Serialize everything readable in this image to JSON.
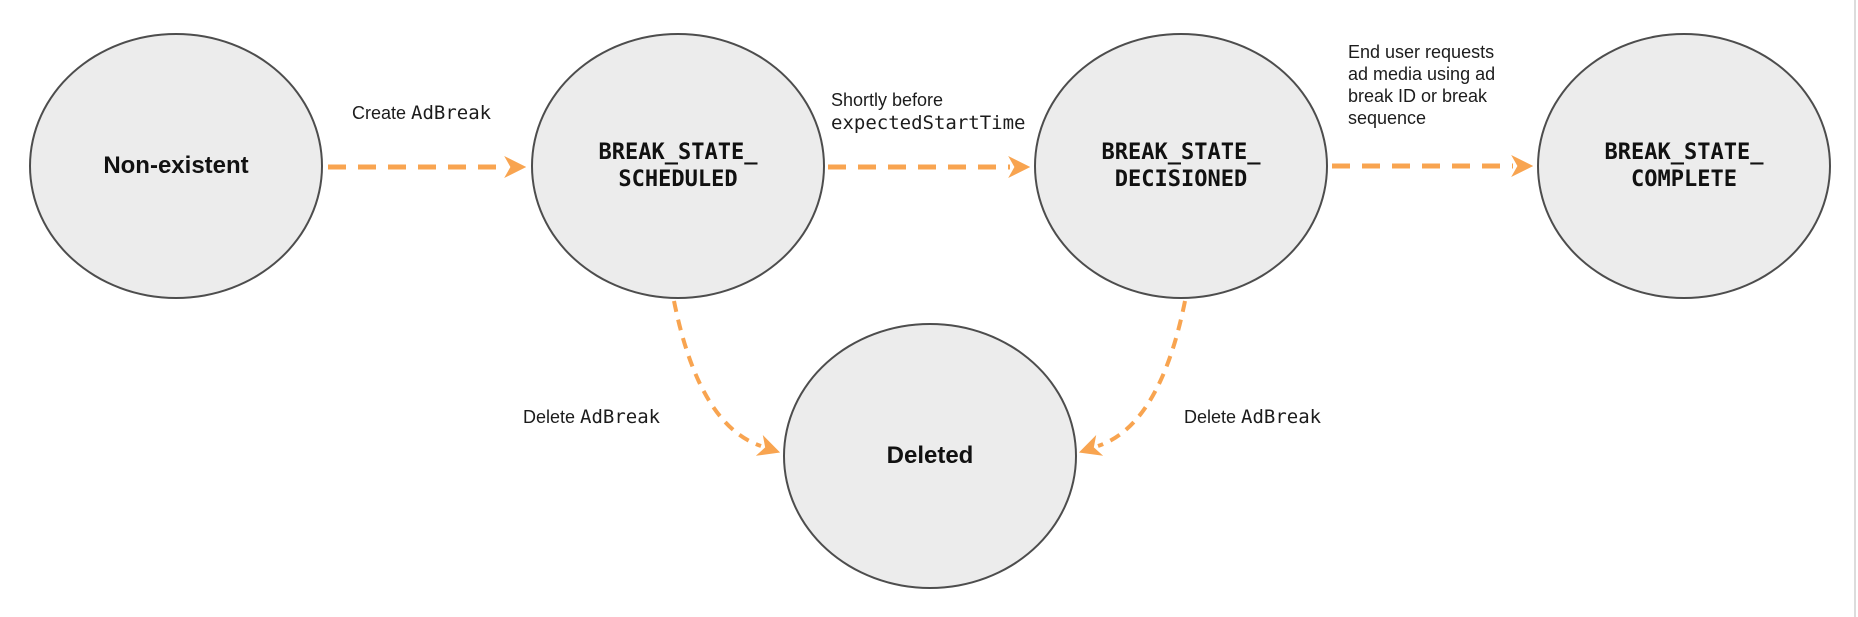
{
  "diagram": {
    "description": "Ad break state transition diagram",
    "colors": {
      "arrow": "#F8A450",
      "node_fill": "#ECECEC",
      "node_border": "#4D4D4D",
      "text": "#1C1C1C"
    },
    "nodes": {
      "non_existent": {
        "label": "Non-existent"
      },
      "scheduled": {
        "line1": "BREAK_STATE_",
        "line2": "SCHEDULED"
      },
      "decisioned": {
        "line1": "BREAK_STATE_",
        "line2": "DECISIONED"
      },
      "complete": {
        "line1": "BREAK_STATE_",
        "line2": "COMPLETE"
      },
      "deleted": {
        "label": "Deleted"
      }
    },
    "edges": {
      "create": {
        "plain": "Create",
        "code": "AdBreak"
      },
      "to_decisioned": {
        "plain": "Shortly before",
        "code": "expectedStartTime"
      },
      "to_complete": {
        "lines": [
          "End user requests",
          "ad media using ad",
          "break ID or break",
          "sequence"
        ]
      },
      "delete_from_scheduled": {
        "plain": "Delete",
        "code": "AdBreak"
      },
      "delete_from_decisioned": {
        "plain": "Delete",
        "code": "AdBreak"
      }
    }
  }
}
